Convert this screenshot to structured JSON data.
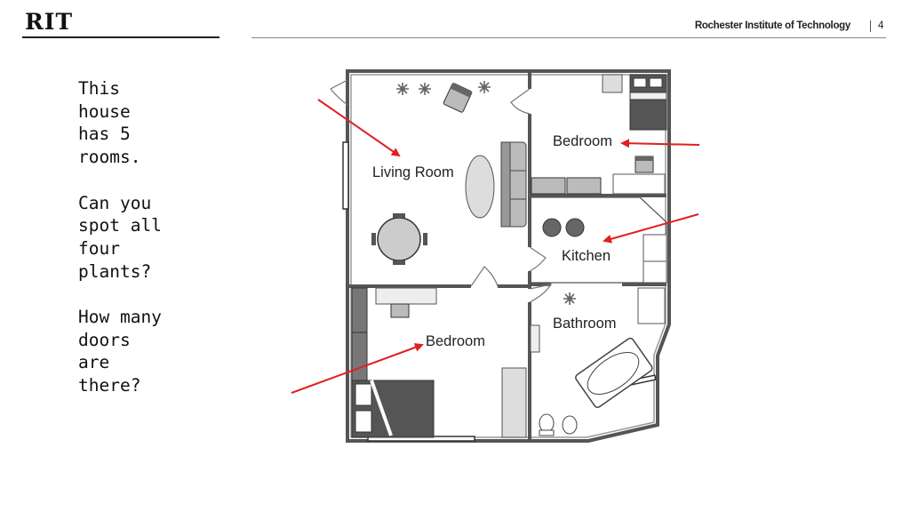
{
  "header": {
    "logo": "RIT",
    "institute": "Rochester Institute of Technology",
    "page_number": "4"
  },
  "prompt": {
    "line1": "This\nhouse\nhas 5\nrooms.",
    "line2": "Can you\nspot all\nfour\nplants?",
    "line3": "How many\ndoors\nare\nthere?"
  },
  "floorplan": {
    "rooms": {
      "living_room": "Living Room",
      "bedroom_top": "Bedroom",
      "kitchen": "Kitchen",
      "bedroom_bottom": "Bedroom",
      "bathroom": "Bathroom"
    },
    "arrow_color": "#e02020",
    "wall_color": "#555555"
  },
  "icons": {
    "plant": "plant-icon",
    "chair": "chair-icon",
    "bed": "bed-icon",
    "sofa": "sofa-icon",
    "table": "table-icon",
    "toilet": "toilet-icon",
    "bathtub": "bathtub-icon",
    "sink": "sink-icon"
  }
}
